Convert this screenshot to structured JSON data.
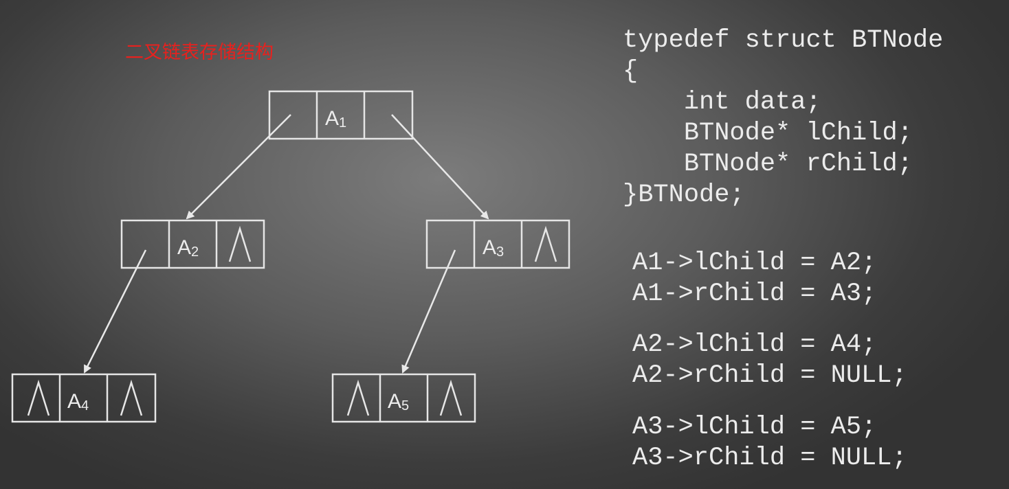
{
  "title": "二叉链表存储结构",
  "nodes": [
    {
      "id": "a1",
      "label": "A",
      "sub": "1",
      "left_child": "A2",
      "right_child": "A3"
    },
    {
      "id": "a2",
      "label": "A",
      "sub": "2",
      "left_child": "A4",
      "right_child": null
    },
    {
      "id": "a3",
      "label": "A",
      "sub": "3",
      "left_child": "A5",
      "right_child": null
    },
    {
      "id": "a4",
      "label": "A",
      "sub": "4",
      "left_child": null,
      "right_child": null
    },
    {
      "id": "a5",
      "label": "A",
      "sub": "5",
      "left_child": null,
      "right_child": null
    }
  ],
  "code": {
    "struct_lines": [
      "typedef struct BTNode",
      "{",
      "    int data;",
      "    BTNode* lChild;",
      "    BTNode* rChild;",
      "}BTNode;"
    ],
    "assignments": [
      [
        "A1->lChild = A2;",
        "A1->rChild = A3;"
      ],
      [
        "A2->lChild = A4;",
        "A2->rChild = NULL;"
      ],
      [
        "A3->lChild = A5;",
        "A3->rChild = NULL;"
      ]
    ]
  },
  "colors": {
    "title": "#e8211e",
    "line": "#e6e6e6",
    "text": "#ececec"
  }
}
